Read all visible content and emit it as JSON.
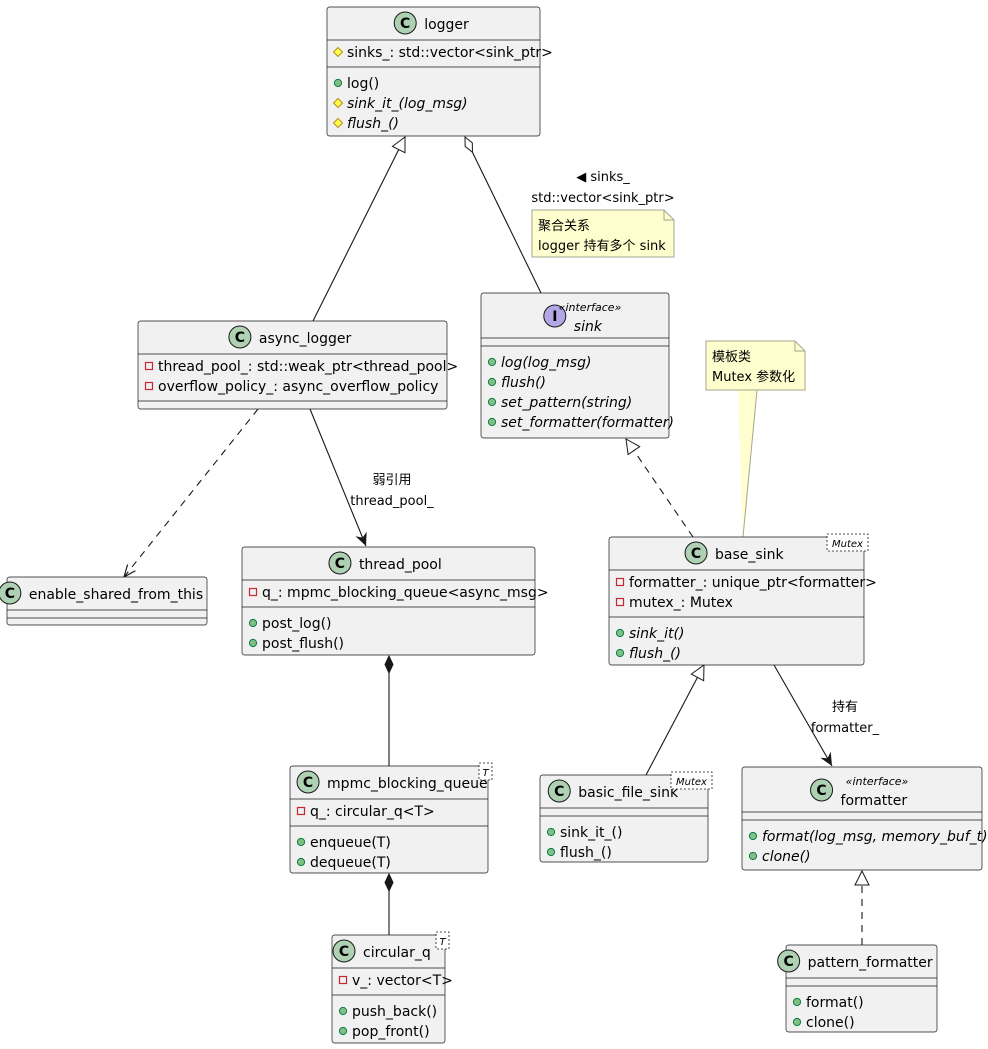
{
  "colors": {
    "class_fill": "#f1f1f1",
    "class_border": "#181818",
    "class_circle": "#add1b2",
    "interface_circle": "#b4a7e5",
    "public_dot": "#84be84",
    "private_sq": "#c82930",
    "protected_dia": "#ffff44",
    "note_fill": "#fefece",
    "note_border": "#a6a68c"
  },
  "classes": [
    {
      "id": "logger",
      "kind": "class",
      "letter": "C",
      "name": "logger",
      "fields": [
        {
          "vis": "protected",
          "text": "sinks_: std::vector<sink_ptr>",
          "italic": false
        }
      ],
      "methods": [
        {
          "vis": "public",
          "text": "log()",
          "italic": false
        },
        {
          "vis": "protected",
          "text": "sink_it_(log_msg)",
          "italic": true
        },
        {
          "vis": "protected",
          "text": "flush_()",
          "italic": true
        }
      ]
    },
    {
      "id": "async_logger",
      "kind": "class",
      "letter": "C",
      "name": "async_logger",
      "fields": [
        {
          "vis": "private",
          "text": "thread_pool_: std::weak_ptr<thread_pool>",
          "italic": false
        },
        {
          "vis": "private",
          "text": "overflow_policy_: async_overflow_policy",
          "italic": false
        }
      ],
      "methods": []
    },
    {
      "id": "sink",
      "kind": "interface",
      "letter": "I",
      "name": "sink",
      "stereotype": "«interface»",
      "name_italic": true,
      "fields": [],
      "methods": [
        {
          "vis": "public",
          "text": "log(log_msg)",
          "italic": true
        },
        {
          "vis": "public",
          "text": "flush()",
          "italic": true
        },
        {
          "vis": "public",
          "text": "set_pattern(string)",
          "italic": true
        },
        {
          "vis": "public",
          "text": "set_formatter(formatter)",
          "italic": true
        }
      ]
    },
    {
      "id": "enable_shared_from_this",
      "kind": "class",
      "letter": "C",
      "name": "enable_shared_from_this",
      "fields": [],
      "methods": []
    },
    {
      "id": "thread_pool",
      "kind": "class",
      "letter": "C",
      "name": "thread_pool",
      "fields": [
        {
          "vis": "private",
          "text": "q_: mpmc_blocking_queue<async_msg>",
          "italic": false
        }
      ],
      "methods": [
        {
          "vis": "public",
          "text": "post_log()",
          "italic": false
        },
        {
          "vis": "public",
          "text": "post_flush()",
          "italic": false
        }
      ]
    },
    {
      "id": "base_sink",
      "kind": "class",
      "letter": "C",
      "name": "base_sink",
      "template": "Mutex",
      "fields": [
        {
          "vis": "private",
          "text": "formatter_: unique_ptr<formatter>",
          "italic": false
        },
        {
          "vis": "private",
          "text": "mutex_: Mutex",
          "italic": false
        }
      ],
      "methods": [
        {
          "vis": "public",
          "text": "sink_it()",
          "italic": true
        },
        {
          "vis": "public",
          "text": "flush_()",
          "italic": true
        }
      ]
    },
    {
      "id": "mpmc_blocking_queue",
      "kind": "class",
      "letter": "C",
      "name": "mpmc_blocking_queue",
      "template": "T",
      "fields": [
        {
          "vis": "private",
          "text": "q_: circular_q<T>",
          "italic": false
        }
      ],
      "methods": [
        {
          "vis": "public",
          "text": "enqueue(T)",
          "italic": false
        },
        {
          "vis": "public",
          "text": "dequeue(T)",
          "italic": false
        }
      ]
    },
    {
      "id": "basic_file_sink",
      "kind": "class",
      "letter": "C",
      "name": "basic_file_sink",
      "template": "Mutex",
      "fields": [],
      "methods": [
        {
          "vis": "public",
          "text": "sink_it_()",
          "italic": false
        },
        {
          "vis": "public",
          "text": "flush_()",
          "italic": false
        }
      ]
    },
    {
      "id": "formatter",
      "kind": "class",
      "letter": "C",
      "name": "formatter",
      "stereotype": "«interface»",
      "fields": [],
      "methods": [
        {
          "vis": "public",
          "text": "format(log_msg, memory_buf_t)",
          "italic": true
        },
        {
          "vis": "public",
          "text": "clone()",
          "italic": true
        }
      ]
    },
    {
      "id": "circular_q",
      "kind": "class",
      "letter": "C",
      "name": "circular_q",
      "template": "T",
      "fields": [
        {
          "vis": "private",
          "text": "v_: vector<T>",
          "italic": false
        }
      ],
      "methods": [
        {
          "vis": "public",
          "text": "push_back()",
          "italic": false
        },
        {
          "vis": "public",
          "text": "pop_front()",
          "italic": false
        }
      ]
    },
    {
      "id": "pattern_formatter",
      "kind": "class",
      "letter": "C",
      "name": "pattern_formatter",
      "fields": [],
      "methods": [
        {
          "vis": "public",
          "text": "format()",
          "italic": false
        },
        {
          "vis": "public",
          "text": "clone()",
          "italic": false
        }
      ]
    }
  ],
  "relations": [
    {
      "id": "logger-async_logger",
      "type": "extends",
      "label": []
    },
    {
      "id": "logger-sink",
      "type": "aggregation",
      "label": [
        "◀ sinks_",
        "std::vector<sink_ptr>"
      ]
    },
    {
      "id": "sink-base_sink",
      "type": "implements",
      "label": []
    },
    {
      "id": "async_logger-enable_shared",
      "type": "dependency",
      "label": []
    },
    {
      "id": "async_logger-thread_pool",
      "type": "association",
      "label": [
        "弱引用",
        "thread_pool_"
      ]
    },
    {
      "id": "thread_pool-mpmc",
      "type": "composition",
      "label": []
    },
    {
      "id": "mpmc-circular_q",
      "type": "composition",
      "label": []
    },
    {
      "id": "base_sink-basic_file_sink",
      "type": "extends",
      "label": []
    },
    {
      "id": "base_sink-formatter",
      "type": "association",
      "label": [
        "持有",
        "formatter_"
      ]
    },
    {
      "id": "formatter-pattern_formatter",
      "type": "implements",
      "label": []
    },
    {
      "id": "note-base_sink",
      "type": "note-link",
      "label": []
    }
  ],
  "notes": [
    {
      "id": "note-aggregation",
      "lines": [
        "聚合关系",
        "logger 持有多个 sink"
      ]
    },
    {
      "id": "note-template",
      "lines": [
        "模板类",
        "Mutex 参数化"
      ]
    }
  ]
}
